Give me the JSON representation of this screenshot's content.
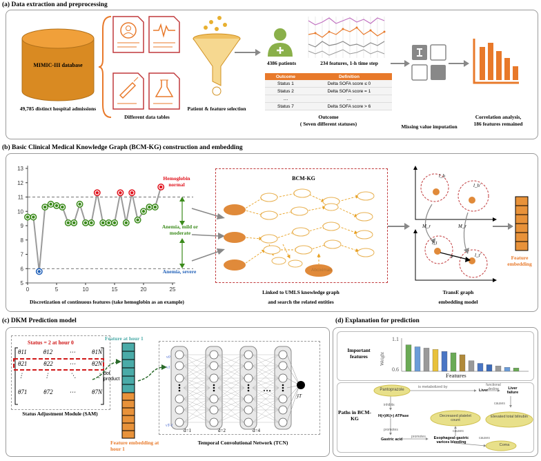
{
  "panel_a": {
    "title": "(a) Data extraction and preprocessing",
    "database_name": "MIMIC-III database",
    "admissions": "49,785 distinct hospital admissions",
    "tables_label": "Different data tables",
    "selection_label": "Patient & feature selection",
    "patients": "4386 patients",
    "features_step": "234 features, 1-h time step",
    "outcome_table": {
      "headers": [
        "Outcome",
        "Definition"
      ],
      "rows": [
        [
          "Status 1",
          "Delta SOFA score ≤ 0"
        ],
        [
          "Status 2",
          "Delta SOFA score = 1"
        ],
        [
          "....",
          "...."
        ],
        [
          "Status 7",
          "Delta SOFA score > 6"
        ]
      ]
    },
    "outcome_label": "Outcome",
    "outcome_sub": "( Seven different statuses)",
    "imputation_label": "Missing value imputation",
    "correlation_label": "Correlation analysis,",
    "correlation_sub": "186 features remained"
  },
  "panel_b": {
    "title": "(b) Basic Clinical Medical Knowledge Graph (BCM-KG) construction and embedding",
    "chart_caption": "Discretization of continuous features (take hemoglobin as an example)",
    "hemoglobin_normal": "Hemoglobin normal",
    "anemia_mild": "Anemia, mild or moderate",
    "anemia_severe": "Anemia, severe",
    "kg_title": "BCM-KG",
    "kg_entity": "Abciximab",
    "kg_caption_1": "Linked to UMLS knowledge graph",
    "kg_caption_2": "and search the related entities",
    "transe_caption_1": "TransE graph",
    "transe_caption_2": "embedding model",
    "feature_embedding": "Feature embedding",
    "transe_labels": {
      "h": "l_h",
      "h2": "l_h'",
      "t": "l_t",
      "t2": "l_t'",
      "m1": "M_r",
      "m2": "M_r",
      "r": "r"
    }
  },
  "chart_data": {
    "type": "line",
    "x": [
      0,
      1,
      2,
      3,
      4,
      5,
      6,
      7,
      8,
      9,
      10,
      11,
      12,
      13,
      14,
      15,
      16,
      17,
      18,
      19,
      20,
      21,
      22,
      23,
      24
    ],
    "values": [
      9.6,
      9.6,
      5.8,
      10.3,
      10.5,
      10.4,
      10.3,
      9.2,
      9.2,
      10.5,
      9.2,
      9.2,
      11.3,
      9.2,
      9.2,
      9.2,
      11.3,
      9.2,
      11.3,
      9.4,
      10,
      10.3,
      10.3,
      11.7,
      null
    ],
    "x_ticks": [
      0,
      5,
      10,
      15,
      20,
      25
    ],
    "y_ticks": [
      5,
      6,
      7,
      8,
      9,
      10,
      11,
      12,
      13
    ],
    "xlim": [
      0,
      25
    ],
    "ylim": [
      5,
      13
    ],
    "thresholds": [
      11,
      6
    ],
    "colors": {
      "normal": "#e0101a",
      "mild": "#3a8a1a",
      "severe": "#2060b8",
      "line": "#9a9a9a"
    }
  },
  "panel_c": {
    "title": "(c) DKM Prediction model",
    "status_label": "Status = 2 at hour 0",
    "matrix": [
      [
        "θ11",
        "θ12",
        "⋯",
        "θ1N"
      ],
      [
        "θ21",
        "θ22",
        "⋯",
        "θ2N"
      ],
      [
        "⋮",
        "⋮",
        "⋱",
        "⋮"
      ],
      [
        "θ71",
        "θ72",
        "⋯",
        "θ7N"
      ]
    ],
    "dot_product": "dot product",
    "feature_hour": "Feature at hour 1",
    "feature_embedding_hour": "Feature embedding at hour 1",
    "sam_label": "Status Adjustment Module (SAM)",
    "tcn_label": "Temporal Convolutional Network (TCN)",
    "d_labels": [
      "d=1",
      "d=2",
      "d=4"
    ],
    "y_label": "ŷT",
    "v_labels": [
      "v0",
      "v1",
      "vT-1"
    ],
    "ellipsis": "…"
  },
  "panel_d": {
    "title": "(d) Explanation for prediction",
    "important_features": "Important features",
    "axis_weight": "Weight",
    "axis_features": "Features",
    "y_ticks": [
      "1.1",
      "0.6"
    ],
    "bar_values": [
      1.0,
      0.97,
      0.95,
      0.93,
      0.9,
      0.88,
      0.85,
      0.76,
      0.72,
      0.7,
      0.68,
      0.66,
      0.65
    ],
    "bar_colors": [
      "#6aaa55",
      "#6b9cd8",
      "#9a9a9a",
      "#e8c13a",
      "#4a76c4",
      "#6aaa55",
      "#b08a3a",
      "#9a9a9a",
      "#4a76c4",
      "#3b6ab8",
      "#9a9a9a",
      "#6b9cd8",
      "#6aaa55"
    ],
    "paths_label": "Paths in BCM-KG",
    "nodes": {
      "pantoprazole": "Pantoprazole",
      "liver": "Liver",
      "liver_failure": "Liver failure",
      "hk_atpase": "H(+)/K(+) ATPase",
      "decreased_platelet": "Decreased platelet count",
      "elevated_bilirubin": "Elevated total bilirubin",
      "gastric_acid": "Gastric acid",
      "varices": "Esophageal-gastric varices bleeding",
      "coma": "Coma"
    },
    "edges": {
      "metabolized": "is metabolized by",
      "functional_decline": "functional decline",
      "causes": "causes",
      "inhibits": "inhibits",
      "promotes": "promotes"
    }
  }
}
